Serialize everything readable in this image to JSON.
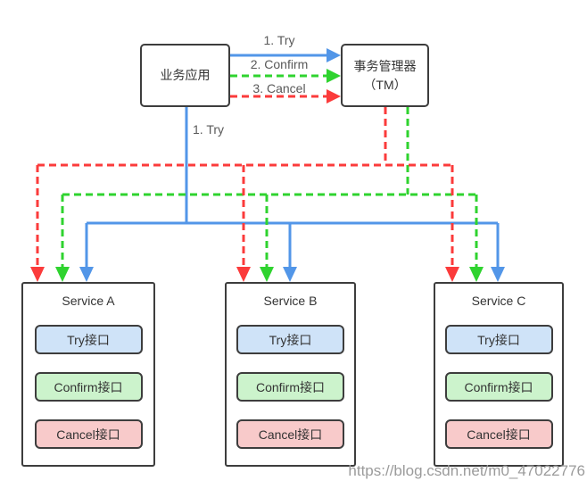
{
  "colors": {
    "try_blue": "#5296e8",
    "confirm_green": "#2fd32f",
    "cancel_red": "#fb3b3b",
    "node_border": "#3d3d3d",
    "try_button_fill": "#cfe3f8",
    "confirm_button_fill": "#ccf3cc",
    "cancel_button_fill": "#f8caca",
    "label_gray": "#595959",
    "watermark_gray": "#9b9b9b"
  },
  "top": {
    "app_label": "业务应用",
    "tm_label_line1": "事务管理器",
    "tm_label_line2": "（TM）",
    "arrows": [
      {
        "label": "1. Try",
        "style": "solid-blue"
      },
      {
        "label": "2. Confirm",
        "style": "dashed-green"
      },
      {
        "label": "3. Cancel",
        "style": "dashed-red"
      }
    ]
  },
  "branch_label": "1. Try",
  "services": [
    {
      "title": "Service A",
      "buttons": [
        "Try接口",
        "Confirm接口",
        "Cancel接口"
      ]
    },
    {
      "title": "Service B",
      "buttons": [
        "Try接口",
        "Confirm接口",
        "Cancel接口"
      ]
    },
    {
      "title": "Service C",
      "buttons": [
        "Try接口",
        "Confirm接口",
        "Cancel接口"
      ]
    }
  ],
  "watermark": "https://blog.csdn.net/m0_47022776"
}
